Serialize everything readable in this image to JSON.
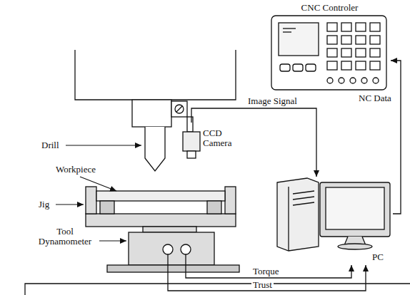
{
  "diagram": {
    "nodes": [
      {
        "text": [
          "CNC Controler"
        ]
      },
      {
        "text": [
          "CCD Camera"
        ]
      },
      {
        "text": [
          "Tool Dynamometer"
        ]
      },
      {
        "text": [
          "PC"
        ]
      }
    ],
    "edges": [
      {
        "from": 1,
        "to": 3,
        "arrow": "to",
        "label": "Image Signal"
      },
      {
        "from": 3,
        "to": 0,
        "arrow": "to",
        "label": "NC Data"
      },
      {
        "from": 2,
        "to": 3,
        "arrow": "to",
        "label": "Torque"
      },
      {
        "from": 2,
        "to": 3,
        "arrow": "to",
        "label": "Trust"
      }
    ],
    "labels": [
      "Drill",
      "Workpiece",
      "Jig"
    ]
  }
}
